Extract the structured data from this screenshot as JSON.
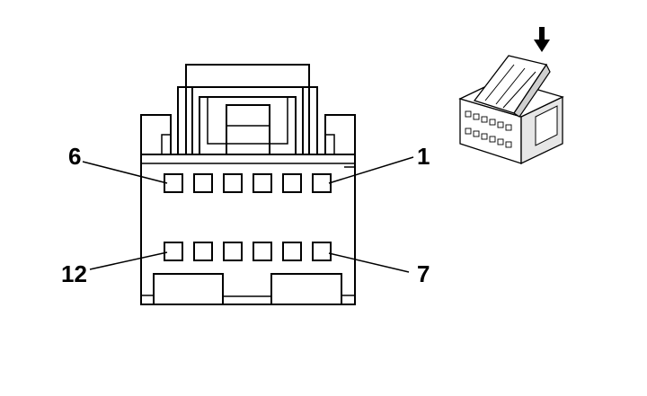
{
  "pin_labels": {
    "top_left": "6",
    "top_right": "1",
    "bottom_left": "12",
    "bottom_right": "7"
  },
  "connector": {
    "rows": 2,
    "pins_per_row": 6,
    "pin_count": 12
  },
  "colors": {
    "line": "#000000",
    "background": "#ffffff",
    "iso_shade": "#cfcfcf"
  },
  "icons": {
    "insertion_arrow": "arrow-down-icon"
  }
}
